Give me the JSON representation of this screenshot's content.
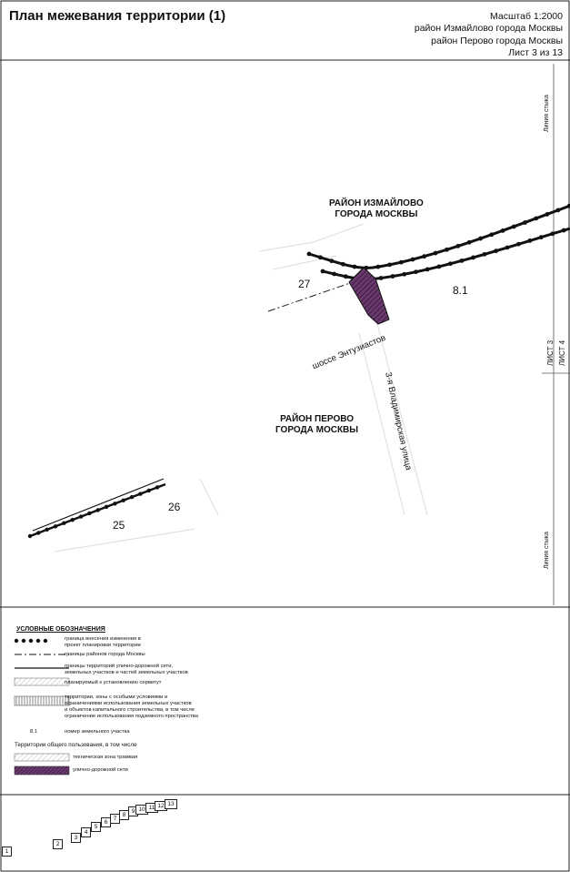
{
  "header": {
    "title": "План межевания территории (1)",
    "scale": "Масштаб  1:2000",
    "district_1": "район Измайлово города Москвы",
    "district_2": "район Перово города Москвы",
    "sheet": "Лист 3 из 13"
  },
  "map": {
    "district_izmailovo": "РАЙОН ИЗМАЙЛОВО\nГОРОДА МОСКВЫ",
    "district_perovo": "РАЙОН ПЕРОВО\nГОРОДА МОСКВЫ",
    "parcel_27": "27",
    "parcel_8_1": "8.1",
    "parcel_26": "26",
    "parcel_25": "25",
    "street_shosse": "шоссе Энтузиастов",
    "street_vladimirskaya": "3-я Владимирская улица",
    "join_line_top": "Линия стыка",
    "join_line_bottom": "Линия стыка",
    "sheet_3": "ЛИСТ 3",
    "sheet_4": "ЛИСТ 4"
  },
  "legend": {
    "title": "УСЛОВНЫЕ ОБОЗНАЧЕНИЯ",
    "items": [
      "граница внесения изменения в\nпроект планировки территории",
      "границы районов города Москвы",
      "границы территорий улично-дорожной сети,\nземельных участков и частей земельных участков",
      "планируемый к установлению сервитут",
      "территории, зоны с особыми условиями и\nограничениями использования земельных участков\nи объектов капитального строительства, в том числе\nограничение использования подземного пространства",
      "номер земельного участка"
    ],
    "sample_number": "8.1",
    "public_heading": "Территории общего пользования, в том числе",
    "public_items": [
      "техническая зона трамвая",
      "улично-дорожной сети"
    ]
  },
  "index": {
    "boxes": [
      "1",
      "2",
      "3",
      "4",
      "5",
      "6",
      "7",
      "8",
      "9",
      "10",
      "11",
      "12",
      "13"
    ]
  }
}
